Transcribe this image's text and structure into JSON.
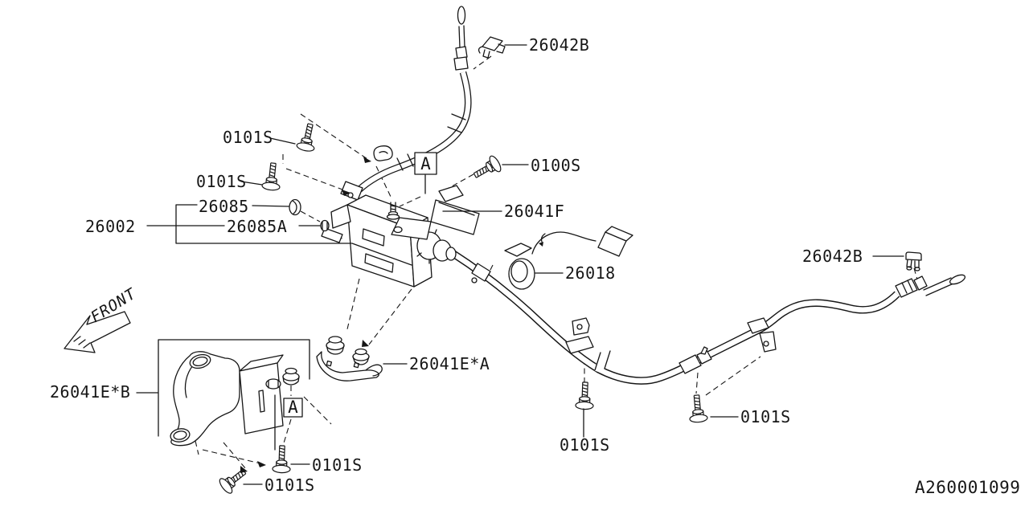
{
  "diagram": {
    "type": "parts-diagram",
    "drawing_number": "A260001099",
    "orientation_label": "FRONT",
    "detail_marker": "A",
    "colors": {
      "line": "#161616",
      "background": "#ffffff"
    },
    "part_labels": {
      "cable_clip": "26042B",
      "small_bolt": "0101S",
      "actuator_bolt": "0100S",
      "actuator_assembly": "26002",
      "clamp_band": "26085",
      "clamp_band_inner": "26085A",
      "stay_bracket": "26041F",
      "harness": "26018",
      "bracket_a": "26041E*A",
      "bracket_b": "26041E*B"
    }
  }
}
